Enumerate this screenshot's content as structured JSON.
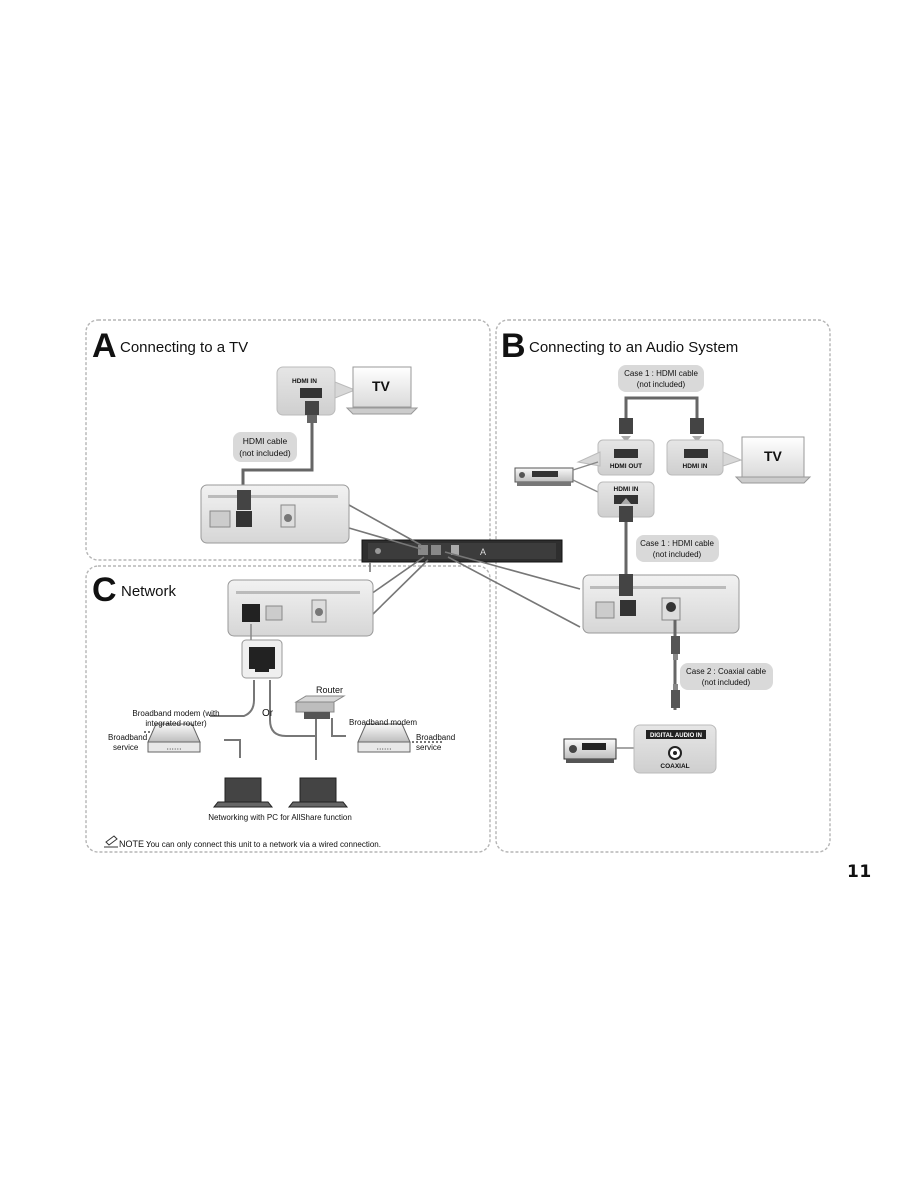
{
  "page": {
    "number": "11"
  },
  "sectionA": {
    "letter": "A",
    "title": "Connecting to a TV",
    "hdmi_in": "HDMI IN",
    "tv": "TV",
    "cable_line1": "HDMI cable",
    "cable_line2": "(not included)"
  },
  "sectionB": {
    "letter": "B",
    "title": "Connecting to an Audio System",
    "case1_top_line1": "Case 1 : HDMI cable",
    "case1_top_line2": "(not included)",
    "hdmi_out": "HDMI OUT",
    "hdmi_in_tv": "HDMI IN",
    "tv": "TV",
    "hdmi_in_receiver": "HDMI IN",
    "case1_mid_line1": "Case 1 : HDMI cable",
    "case1_mid_line2": "(not included)",
    "case2_line1": "Case 2 : Coaxial cable",
    "case2_line2": "(not included)",
    "digital_audio_in": "DIGITAL AUDIO IN",
    "coaxial": "COAXIAL"
  },
  "sectionC": {
    "letter": "C",
    "title": "Network",
    "router": "Router",
    "or": "Or",
    "modem_router_line1": "Broadband modem (with",
    "modem_router_line2": "integrated router)",
    "service_left_line1": "Broadband",
    "service_left_line2": "service",
    "modem": "Broadband modem",
    "service_right_line1": "Broadband",
    "service_right_line2": "service",
    "dots_left": "• • • • • •",
    "dots_right": "• • • • • •",
    "pc_caption": "Networking with PC for AllShare function",
    "note_label": "NOTE :",
    "note_text": "You can only connect this unit to a network via a wired connection."
  },
  "icons": [
    "pencil-note-icon",
    "laptop-icon",
    "router-icon",
    "modem-icon",
    "tv-icon",
    "av-receiver-icon",
    "ethernet-port-icon",
    "hdmi-plug-icon",
    "coaxial-plug-icon"
  ]
}
